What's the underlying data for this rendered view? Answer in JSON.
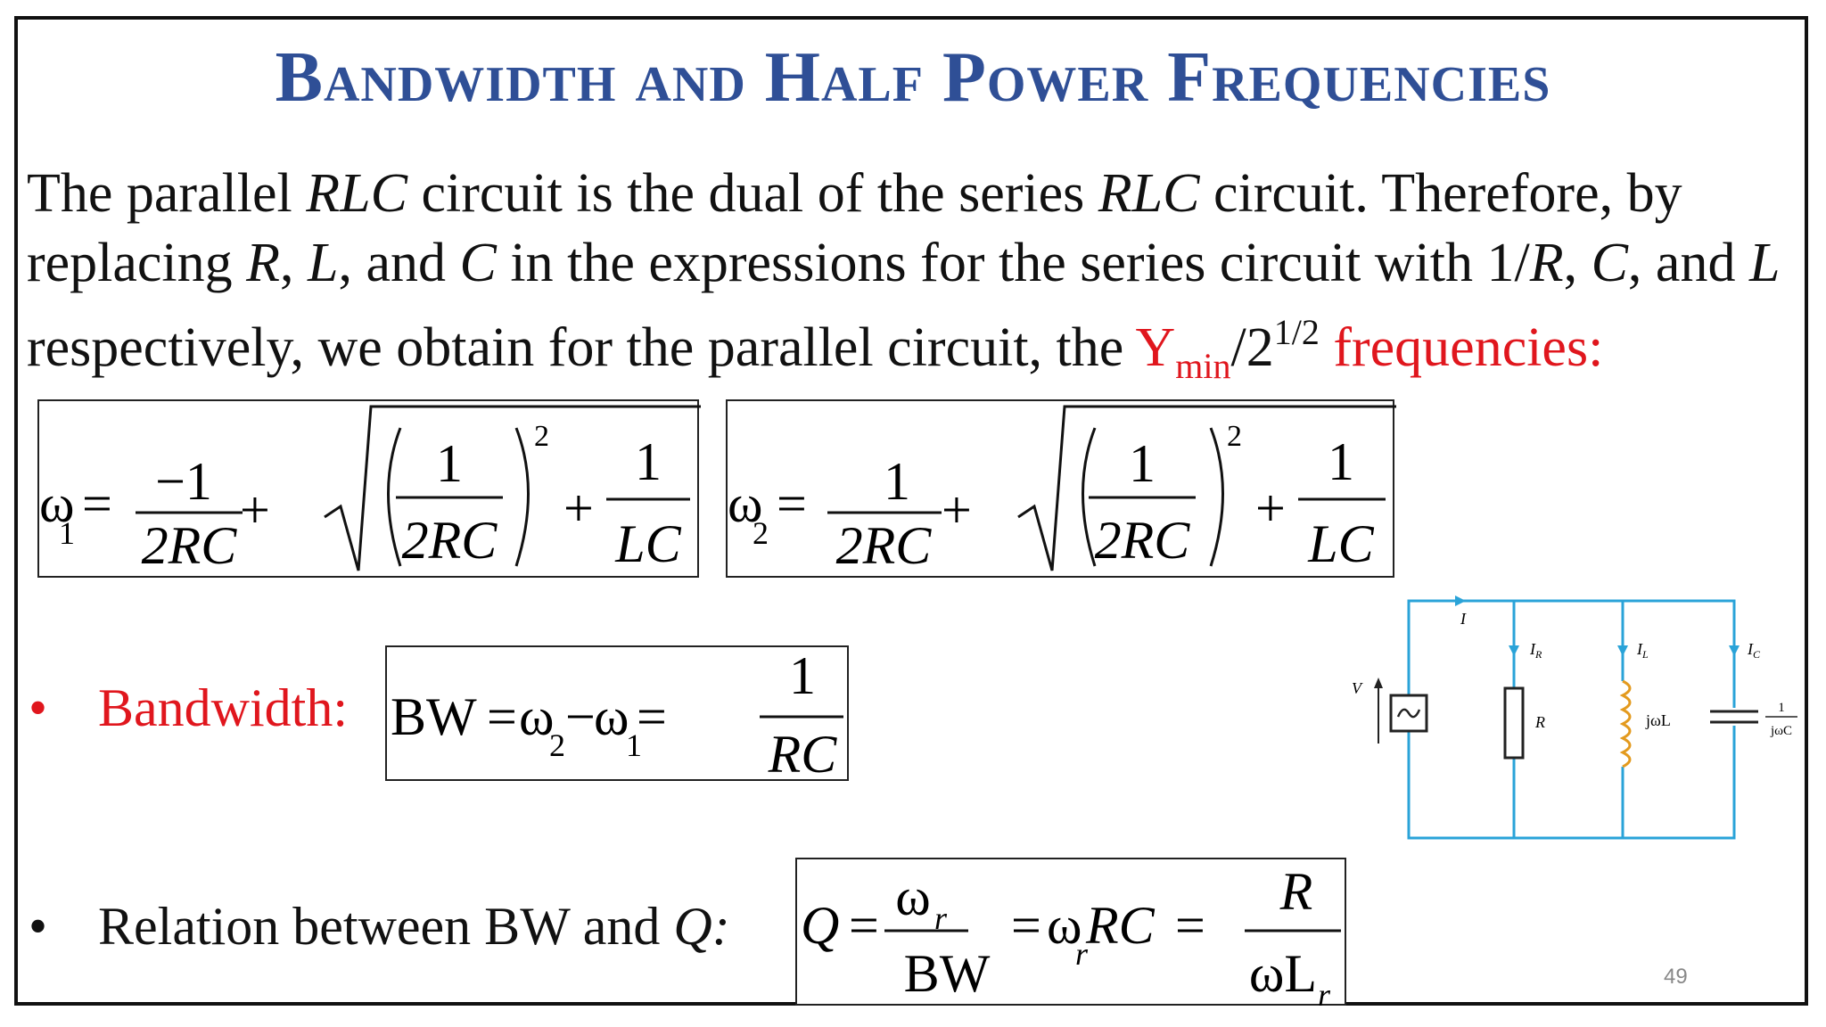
{
  "slide": {
    "title": "Bandwidth and Half Power Frequencies",
    "page_number": "49"
  },
  "intro": {
    "part1": "The parallel ",
    "rlc1": "RLC",
    "part2": " circuit is the dual of the series ",
    "rlc2": "RLC",
    "part3": " circuit. Therefore, by replacing ",
    "r": "R",
    "comma1": ", ",
    "l": "L",
    "part4": ", and ",
    "c": "C",
    "part5": " in the expressions for the series circuit with 1/",
    "r2": "R",
    "comma2": ", ",
    "c2": "C",
    "part6": ", and ",
    "l2": "L",
    "part7": " respectively, we obtain for the parallel circuit, the ",
    "ymin": "Y",
    "ymin_sub": "min",
    "slash2": "/2",
    "sup": "1/2",
    "freq": "  frequencies:"
  },
  "eq1": {
    "omega": "ω",
    "sub": "1",
    "eq": "=",
    "num1": "−1",
    "den1": "2RC",
    "plus": "+",
    "num2": "1",
    "den2": "2RC",
    "exp": "2",
    "plus2": "+",
    "num3": "1",
    "den3": "LC"
  },
  "eq2": {
    "omega": "ω",
    "sub": "2",
    "eq": "=",
    "num1": "1",
    "den1": "2RC",
    "plus": "+",
    "num2": "1",
    "den2": "2RC",
    "exp": "2",
    "plus2": "+",
    "num3": "1",
    "den3": "LC"
  },
  "bandwidth": {
    "bullet": "•",
    "label": "Bandwidth:",
    "bw": "BW",
    "eq": "=",
    "omega2": "ω",
    "sub2": "2",
    "minus": "−",
    "omega1": "ω",
    "sub1": "1",
    "eq2": "=",
    "num": "1",
    "den": "RC"
  },
  "relation": {
    "bullet": "•",
    "label": "Relation between BW and ",
    "q": "Q",
    "colon": ":",
    "lhs": "Q",
    "eq": "=",
    "num": "ω",
    "num_sub": "r",
    "den": "BW",
    "eq2": "=",
    "omega": "ω",
    "omega_sub": "r",
    "rc": "RC",
    "eq3": "=",
    "num2": "R",
    "den2": "ωL",
    "den2_sub": "r"
  },
  "circuit": {
    "i": "I",
    "ir": "I",
    "ir_sub": "R",
    "il": "I",
    "il_sub": "L",
    "ic": "I",
    "ic_sub": "C",
    "v": "V",
    "r": "R",
    "jwl": "jωL",
    "cap_num": "1",
    "cap_den": "jωC",
    "color": "#2aa3d8"
  }
}
